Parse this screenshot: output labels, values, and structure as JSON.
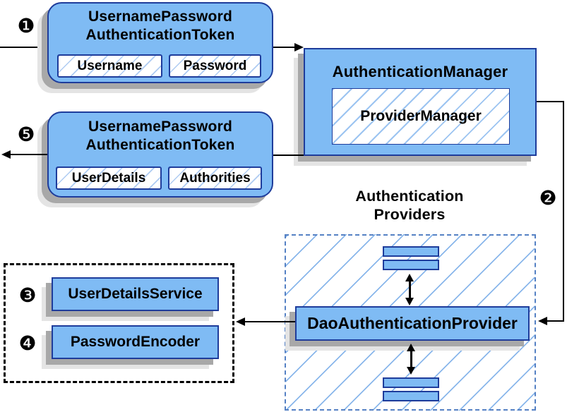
{
  "steps": {
    "one": "❶",
    "two": "❷",
    "three": "❸",
    "four": "❹",
    "five": "❺"
  },
  "request_token": {
    "title_line1": "UsernamePassword",
    "title_line2": "AuthenticationToken",
    "fields": [
      "Username",
      "Password"
    ]
  },
  "authentication_manager": {
    "title": "AuthenticationManager",
    "inner_label": "ProviderManager"
  },
  "response_token": {
    "title_line1": "UsernamePassword",
    "title_line2": "AuthenticationToken",
    "fields": [
      "UserDetails",
      "Authorities"
    ]
  },
  "authentication_providers": {
    "label_line1": "Authentication",
    "label_line2": "Providers",
    "dao_provider_label": "DaoAuthenticationProvider"
  },
  "collaborators": {
    "user_details_service_label": "UserDetailsService",
    "password_encoder_label": "PasswordEncoder"
  },
  "colors": {
    "node_fill": "#7fbbf4",
    "node_border": "#1e3c9b",
    "hatch_line": "#9cc4f1",
    "dashed_border": "#5581c4",
    "dotted_border": "#000000",
    "shadow_dark": "#a8a8a8",
    "shadow_light": "#e4e4e4",
    "connector": "#000000"
  }
}
